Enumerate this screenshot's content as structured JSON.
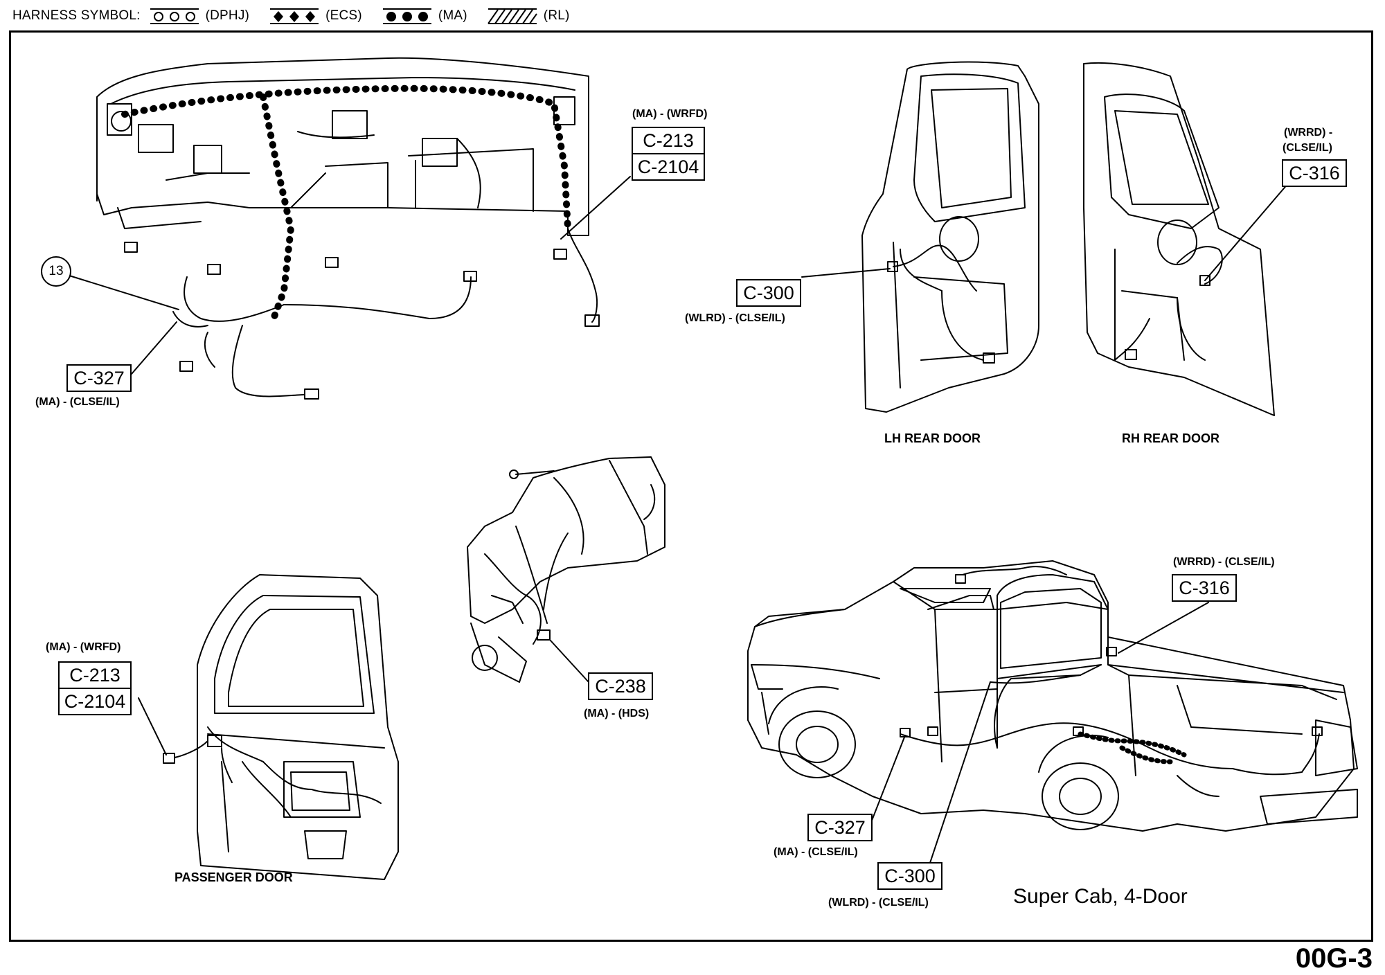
{
  "legend": {
    "title": "HARNESS SYMBOL:",
    "items": [
      {
        "code": "(DPHJ)",
        "style": "open-circles"
      },
      {
        "code": "(ECS)",
        "style": "diamonds"
      },
      {
        "code": "(MA)",
        "style": "filled-circles"
      },
      {
        "code": "(RL)",
        "style": "hatched"
      }
    ]
  },
  "views": {
    "instrument_panel": {
      "callout_number": "13",
      "top_caption": "(MA) - (WRFD)",
      "connectors_top": [
        "C-213",
        "C-2104"
      ],
      "connector_left": "C-327",
      "left_caption": "(MA) - (CLSE/IL)"
    },
    "lh_rear_door": {
      "label": "LH REAR DOOR",
      "connector": "C-300",
      "caption": "(WLRD) - (CLSE/IL)"
    },
    "rh_rear_door": {
      "label": "RH REAR DOOR",
      "connector": "C-316",
      "caption_line1": "(WRRD) -",
      "caption_line2": "(CLSE/IL)"
    },
    "steering_column": {
      "connector": "C-238",
      "caption": "(MA) - (HDS)"
    },
    "passenger_door": {
      "label": "PASSENGER DOOR",
      "caption": "(MA) - (WRFD)",
      "connectors": [
        "C-213",
        "C-2104"
      ]
    },
    "truck": {
      "model_label": "Super Cab, 4-Door",
      "c316": "C-316",
      "c316_caption": "(WRRD) - (CLSE/IL)",
      "c327": "C-327",
      "c327_caption": "(MA) - (CLSE/IL)",
      "c300": "C-300",
      "c300_caption": "(WLRD) - (CLSE/IL)"
    }
  },
  "page_number": "00G-3"
}
